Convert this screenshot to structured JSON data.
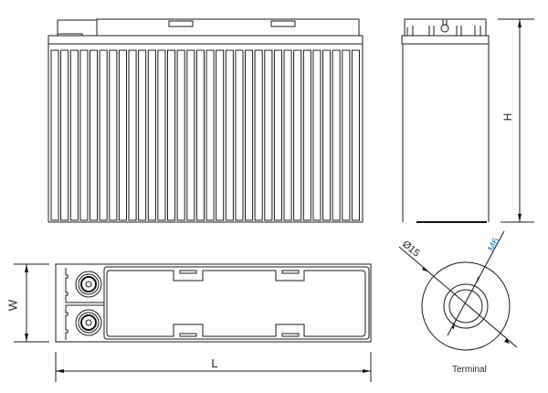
{
  "labels": {
    "height": "H",
    "width": "W",
    "length": "L",
    "diameter": "Ø15",
    "thread": "M6",
    "terminal": "Terminal"
  },
  "colors": {
    "line": "#1a1a1a",
    "thread_label": "#2a7fc0"
  }
}
